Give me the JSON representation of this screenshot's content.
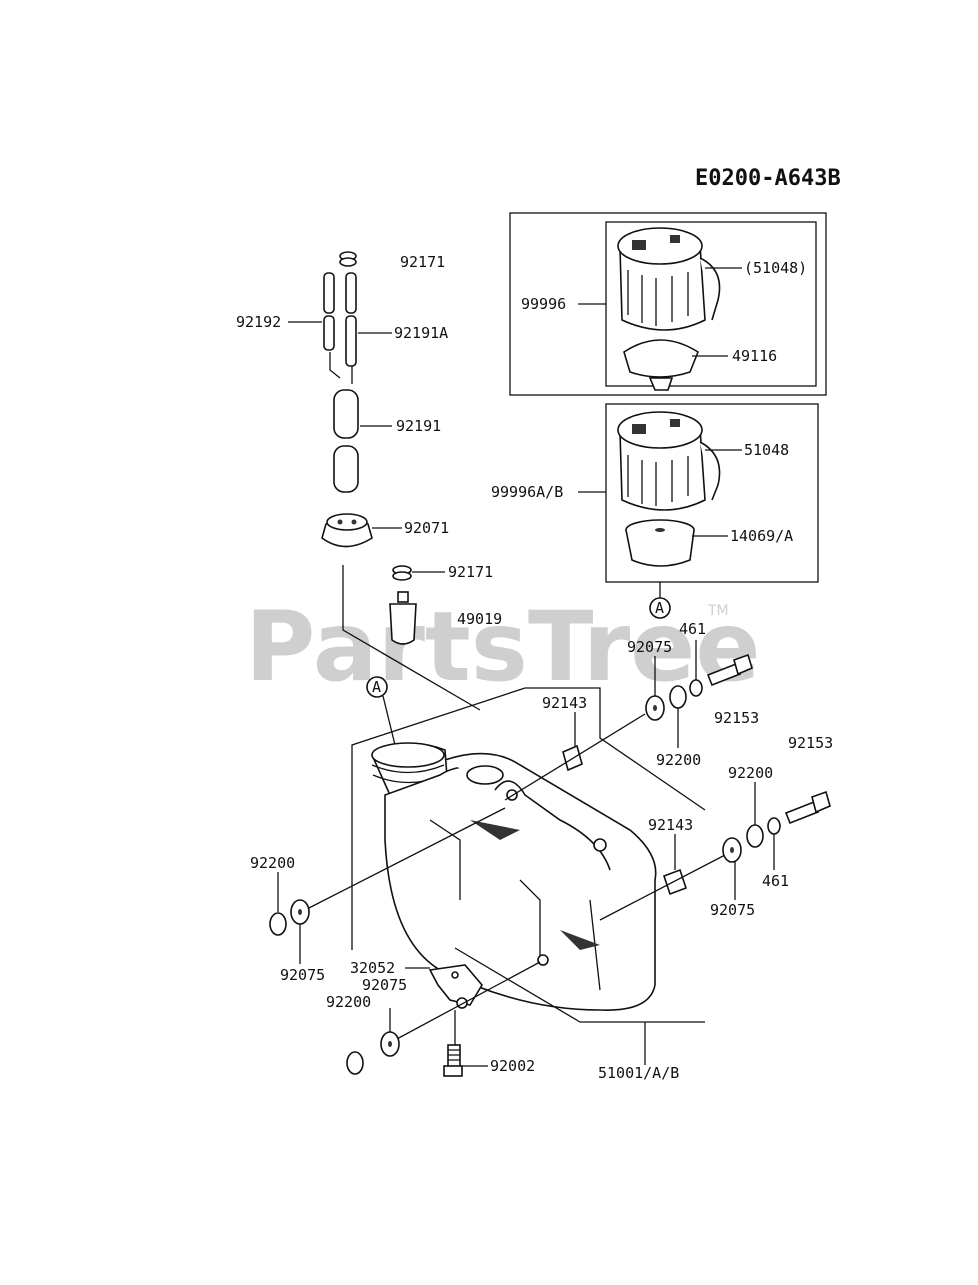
{
  "diagram_code": "E0200-A643B",
  "watermark": {
    "text": "PartsTree",
    "tm": "TM"
  },
  "callouts": {
    "a1": "A",
    "a2": "A"
  },
  "labels": {
    "p92171_top": "92171",
    "p92192": "92192",
    "p92191A": "92191A",
    "p92191": "92191",
    "p92071": "92071",
    "p92171_mid": "92171",
    "p49019": "49019",
    "p99996": "99996",
    "p51048_paren": "(51048)",
    "p49116": "49116",
    "p51048": "51048",
    "p99996AB": "99996A/B",
    "p14069A": "14069/A",
    "p461_top": "461",
    "p92075_top": "92075",
    "p92143_top": "92143",
    "p92153_a": "92153",
    "p92153_b": "92153",
    "p92200_top": "92200",
    "p92200_right": "92200",
    "p92143_right": "92143",
    "p461_right": "461",
    "p92075_right": "92075",
    "p92200_left": "92200",
    "p92075_left": "92075",
    "p32052": "32052",
    "p92075_bot": "92075",
    "p92200_bot": "92200",
    "p92002": "92002",
    "p51001AB": "51001/A/B"
  }
}
